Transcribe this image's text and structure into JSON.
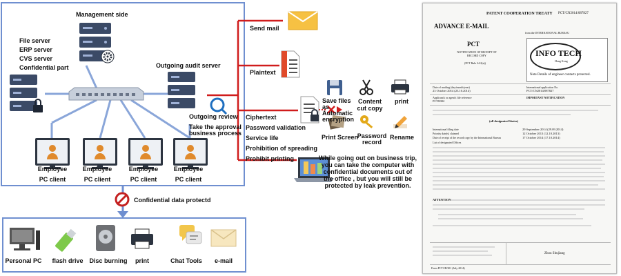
{
  "management_side": "Management side",
  "servers": [
    "File server",
    "ERP server",
    "CVS server",
    "Confidential part"
  ],
  "outgoing_audit_server": "Outgoing audit server",
  "outgoing_review": "Outgoing review",
  "approval_process": [
    "Take the approval",
    "business process"
  ],
  "employees": [
    {
      "name": "Employee",
      "sub": "PC client"
    },
    {
      "name": "Employee",
      "sub": "PC client"
    },
    {
      "name": "Employee",
      "sub": "PC client"
    },
    {
      "name": "Employee",
      "sub": "PC client"
    }
  ],
  "branches": {
    "send_mail": "Send mail",
    "plaintext": "Plaintext",
    "ciphertext_items": [
      "Ciphertext",
      "Password validation",
      "Service life",
      "Prohibition of spreading",
      "Prohibit printing"
    ]
  },
  "features": [
    {
      "label": "Save files as Automatic encryption",
      "icon": "floppy-disk-icon"
    },
    {
      "label": "Content cut copy",
      "icon": "scissors-icon"
    },
    {
      "label": "print",
      "icon": "printer-icon"
    },
    {
      "label": "Print Screen",
      "icon": "screenshot-icon"
    },
    {
      "label": "Password record",
      "icon": "key-icon"
    },
    {
      "label": "Rename",
      "icon": "pencil-icon"
    }
  ],
  "business_trip_note": [
    "While going out on business trip,",
    "you can take the computer with",
    "confidential documents out of",
    "the office , but you will still be",
    "protected by leak prevention."
  ],
  "protected_label": "Confidential data protectd",
  "bottom_devices": [
    "Personal PC",
    "flash drive",
    "Disc burning",
    "print",
    "Chat Tools",
    "e-mail"
  ],
  "certificate": {
    "header": "PATENT COOPERATION TREATY",
    "doc_number": "PCT/CN2014/087827",
    "title": "ADVANCE E-MAIL",
    "from": "from the INTERNATIONAL BUREAU",
    "pct": "PCT",
    "notification": [
      "NOTIFICATION OF RECEIPT OF",
      "RECORD COPY"
    ],
    "rule": "(PCT Rule 24.2(a))",
    "logo_main": "INFO TECH",
    "logo_sub": "Hong Kong",
    "note": "Note Details of engineer contacts protected.",
    "date_label": "Date of mailing (day/month/year)",
    "date_value": "23 October 2014 (23.10.2014)",
    "app_ref_label": "Applicant's or agent's file reference",
    "app_ref_value": "PCT0002",
    "important": "IMPORTANT NOTIFICATION",
    "intl_app_label": "International application No.",
    "intl_app_value": "PCT/CN2014/087827",
    "designated": "(all designated States)",
    "filing_date_label": "International filing date",
    "filing_date_value": "29 September 2014 (29.09.2014)",
    "priority_label": "Priority date(s) claimed",
    "priority_value_1": "12 October 2013 (12.10.2013)",
    "receipt_label": "Date of receipt of the record copy by the International Bureau",
    "receipt_value": "17 October 2014 (17.10.2014)",
    "list_label": "List of designated Offices",
    "attention": "ATTENTION",
    "signature": "Zhou Shujiang",
    "footer": "Form PCT/IB/301 (July 2014)"
  }
}
